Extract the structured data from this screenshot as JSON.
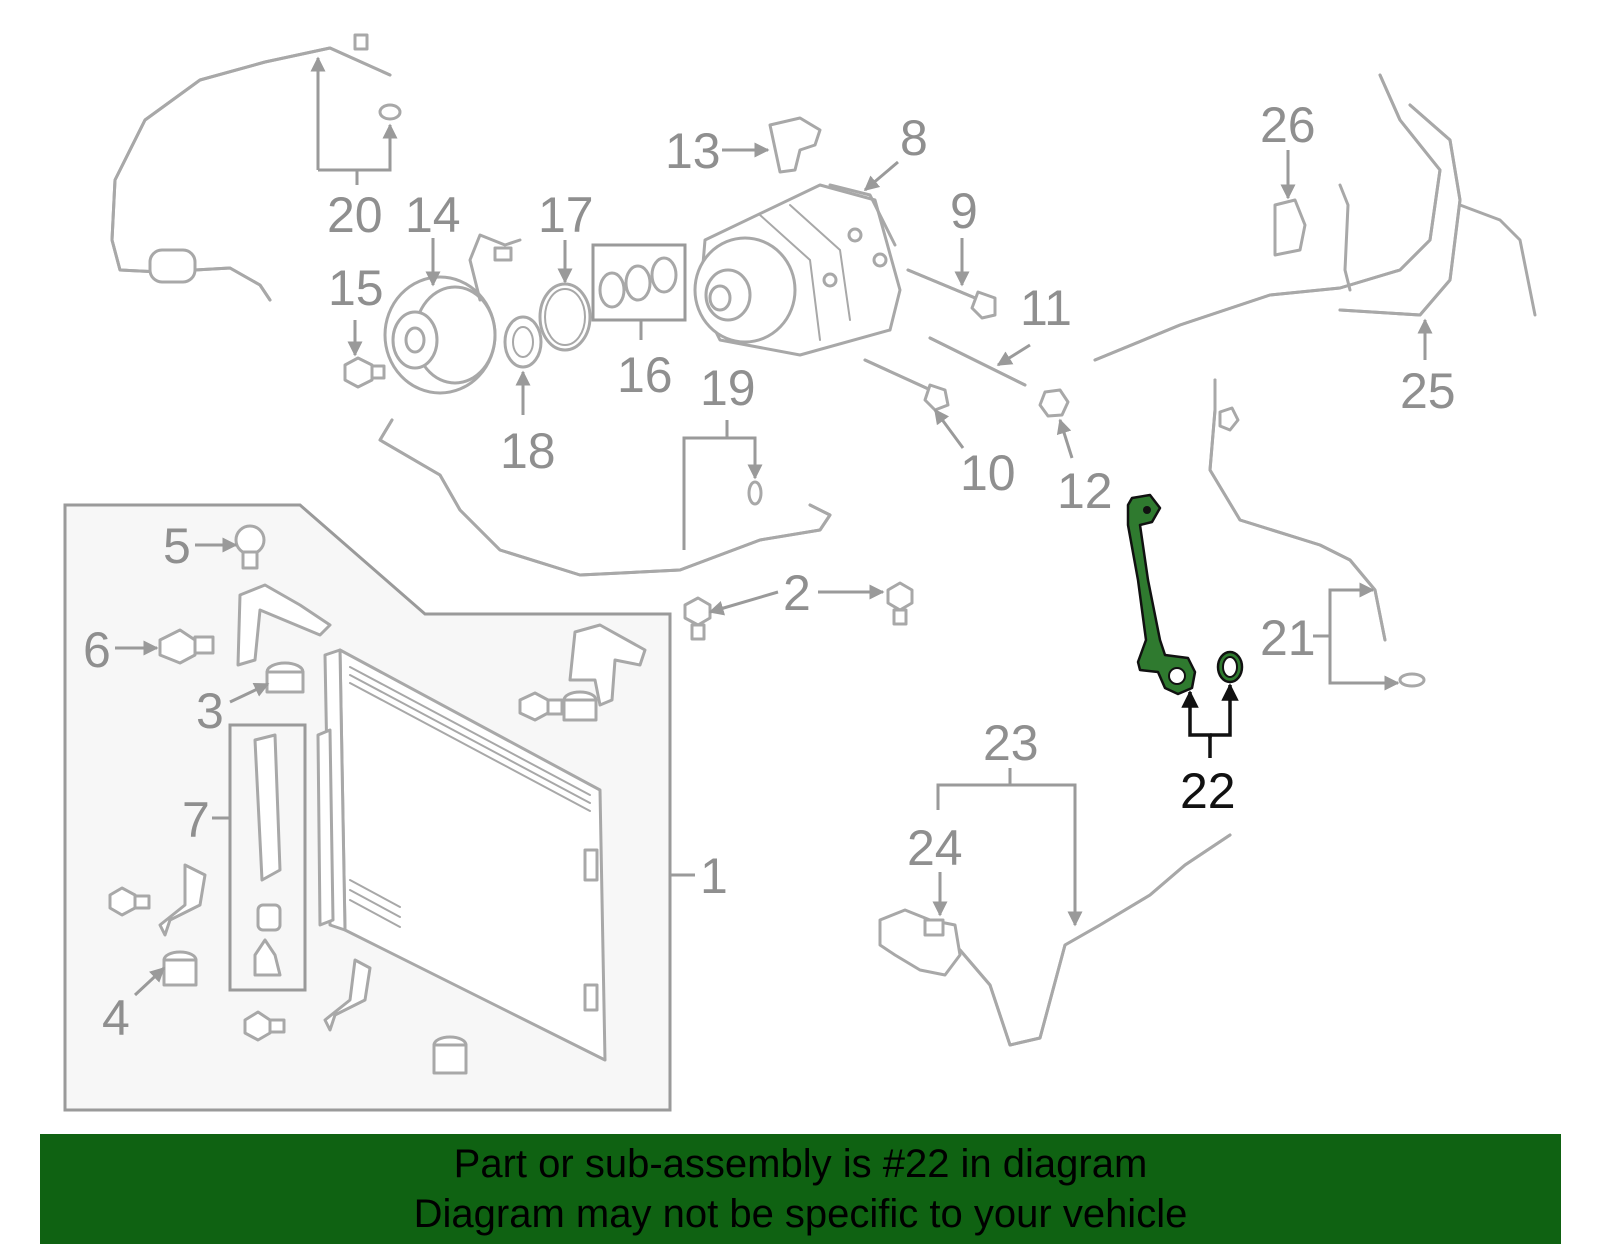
{
  "callouts": {
    "c1": "1",
    "c2": "2",
    "c3": "3",
    "c4": "4",
    "c5": "5",
    "c6": "6",
    "c7": "7",
    "c8": "8",
    "c9": "9",
    "c10": "10",
    "c11": "11",
    "c12": "12",
    "c13": "13",
    "c14": "14",
    "c15": "15",
    "c16": "16",
    "c17": "17",
    "c18": "18",
    "c19": "19",
    "c20": "20",
    "c21": "21",
    "c22": "22",
    "c23": "23",
    "c24": "24",
    "c25": "25",
    "c26": "26"
  },
  "highlighted_part": "22",
  "colors": {
    "highlight_fill": "#2f7a2f",
    "banner_bg": "#0f6212",
    "part_lines": "#a8a8a8",
    "callout_text": "#8f8f8f"
  },
  "banner": {
    "line1": "Part or sub-assembly is #22 in diagram",
    "line2": "Diagram may not be specific to your vehicle"
  }
}
